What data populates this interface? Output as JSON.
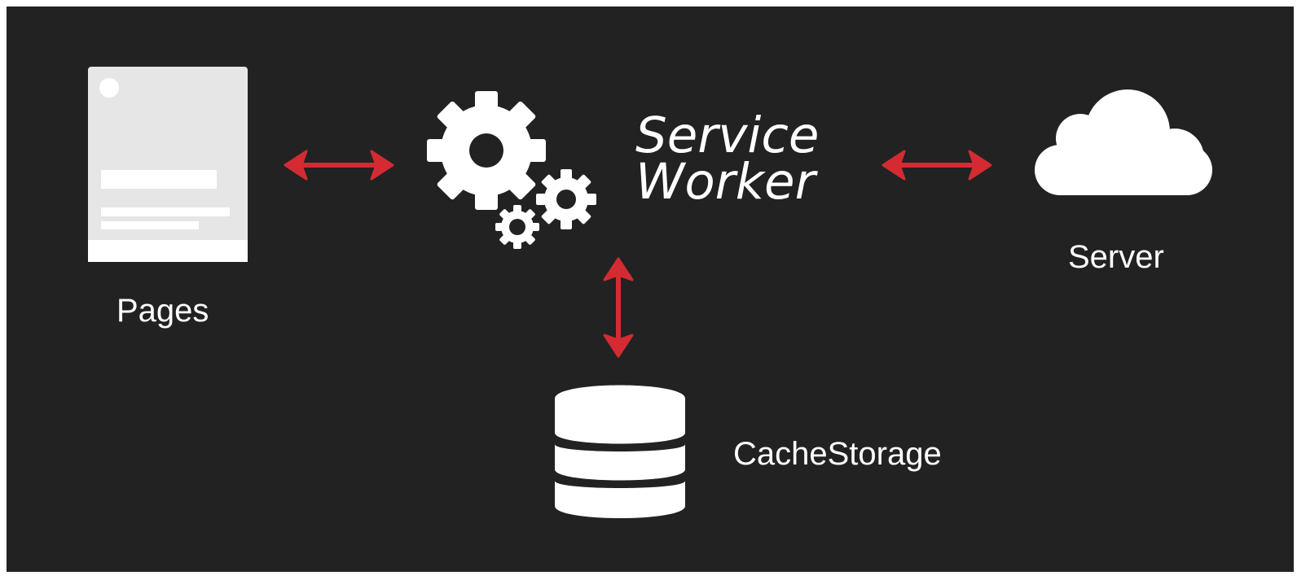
{
  "diagram": {
    "background_color": "#222222",
    "arrow_color": "#d42b32",
    "node_color": "#ffffff",
    "page_icon_color": "#e6e6e6",
    "nodes": {
      "pages": {
        "label": "Pages",
        "icon": "page-icon"
      },
      "service_worker": {
        "title_line1": "Service",
        "title_line2": "Worker",
        "icon": "gears-icon"
      },
      "server": {
        "label": "Server",
        "icon": "cloud-icon"
      },
      "cache": {
        "label": "CacheStorage",
        "icon": "database-icon"
      }
    },
    "connections": [
      {
        "from": "Pages",
        "to": "Service Worker",
        "direction": "both"
      },
      {
        "from": "Service Worker",
        "to": "Server",
        "direction": "both"
      },
      {
        "from": "Service Worker",
        "to": "CacheStorage",
        "direction": "both"
      }
    ]
  }
}
